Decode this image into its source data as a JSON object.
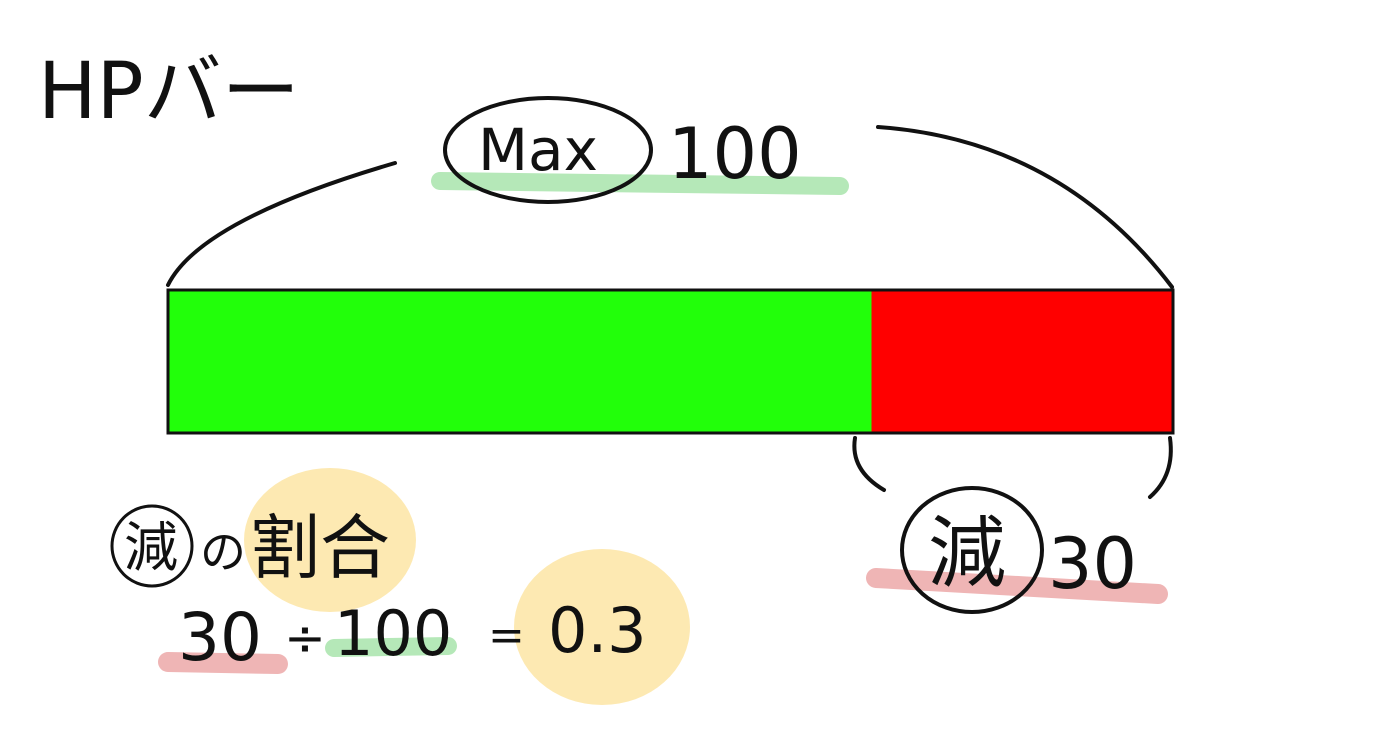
{
  "title": "HPバー",
  "max": {
    "label": "Max",
    "value": "100"
  },
  "damage": {
    "label": "減",
    "value": "30"
  },
  "ratio_caption": {
    "circled": "減",
    "particle": "の",
    "highlight": "割合"
  },
  "equation": {
    "dividend": "30",
    "operator": "÷",
    "divisor": "100",
    "equals": "=",
    "result": "0.3"
  },
  "bar": {
    "max": 100,
    "remaining": 70,
    "lost": 30
  },
  "colors": {
    "remaining": "#22ff0a",
    "lost": "#ff0000",
    "green_mark": "#b5e8b8",
    "red_mark": "#efb5b5",
    "yellow_mark": "#fde9b2"
  }
}
